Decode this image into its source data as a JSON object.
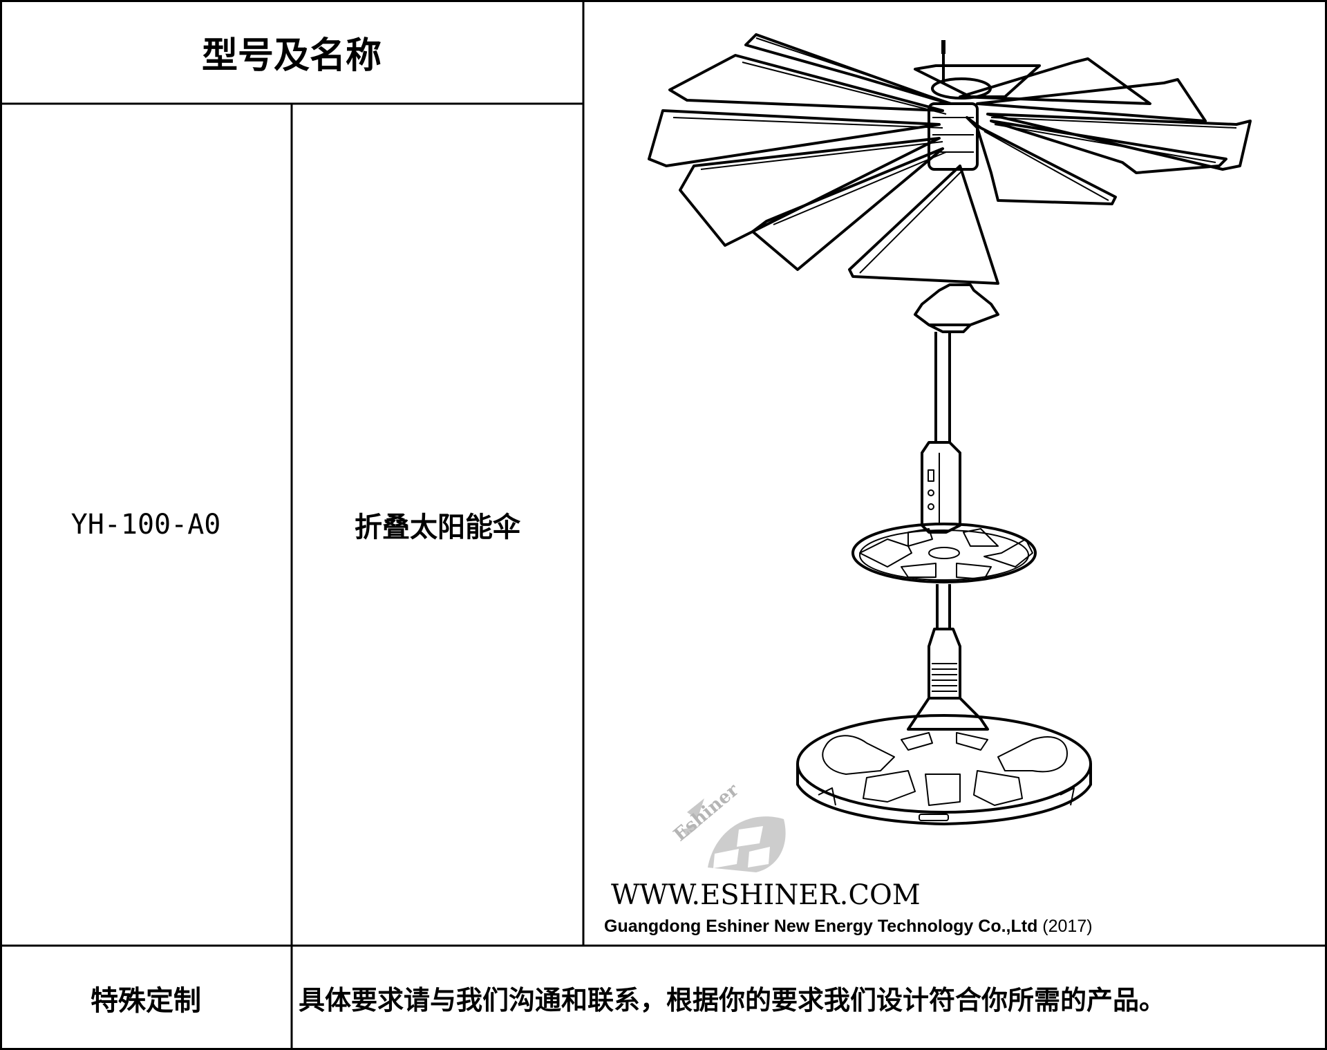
{
  "header": {
    "title": "型号及名称"
  },
  "product": {
    "model": "YH-100-A0",
    "name": "折叠太阳能伞"
  },
  "custom": {
    "label": "特殊定制",
    "text": "具体要求请与我们沟通和联系，根据你的要求我们设计符合你所需的产品。"
  },
  "illustration": {
    "site": "WWW.ESHINER.COM",
    "company": "Guangdong Eshiner New Energy Technology Co.,Ltd",
    "year": "(2017)",
    "logo_text": "Eshiner"
  },
  "colors": {
    "line": "#000000",
    "watermark": "#bdbdbd",
    "background": "#ffffff"
  }
}
